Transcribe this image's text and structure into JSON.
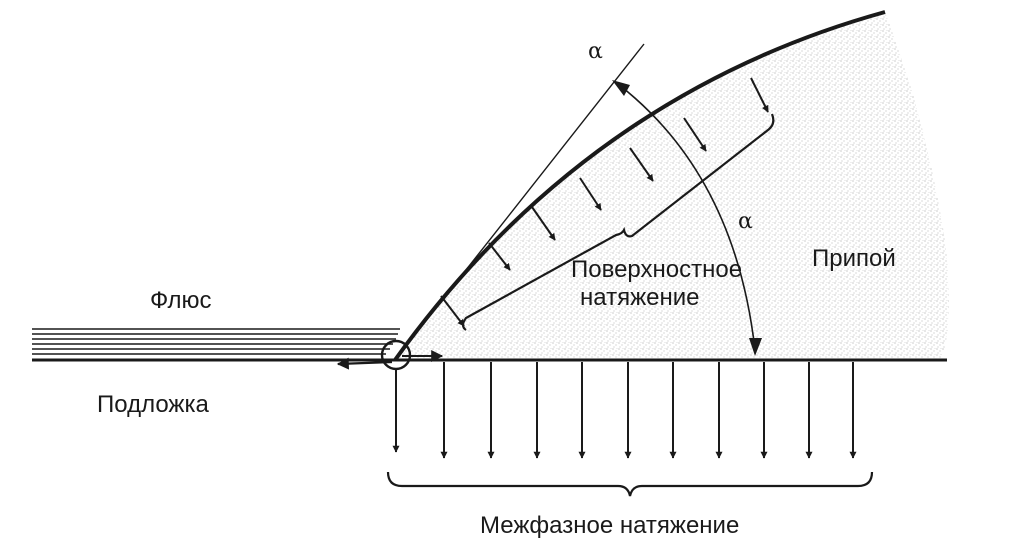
{
  "labels": {
    "flux": "Флюс",
    "substrate": "Подложка",
    "solder": "Припой",
    "surface_tension_line1": "Поверхностное",
    "surface_tension_line2": "натяжение",
    "interfacial_tension": "Межфазное натяжение",
    "angle_symbol": "α"
  },
  "colors": {
    "ink": "#1a1a1a",
    "solder_stipple": "#9a9a9a"
  }
}
